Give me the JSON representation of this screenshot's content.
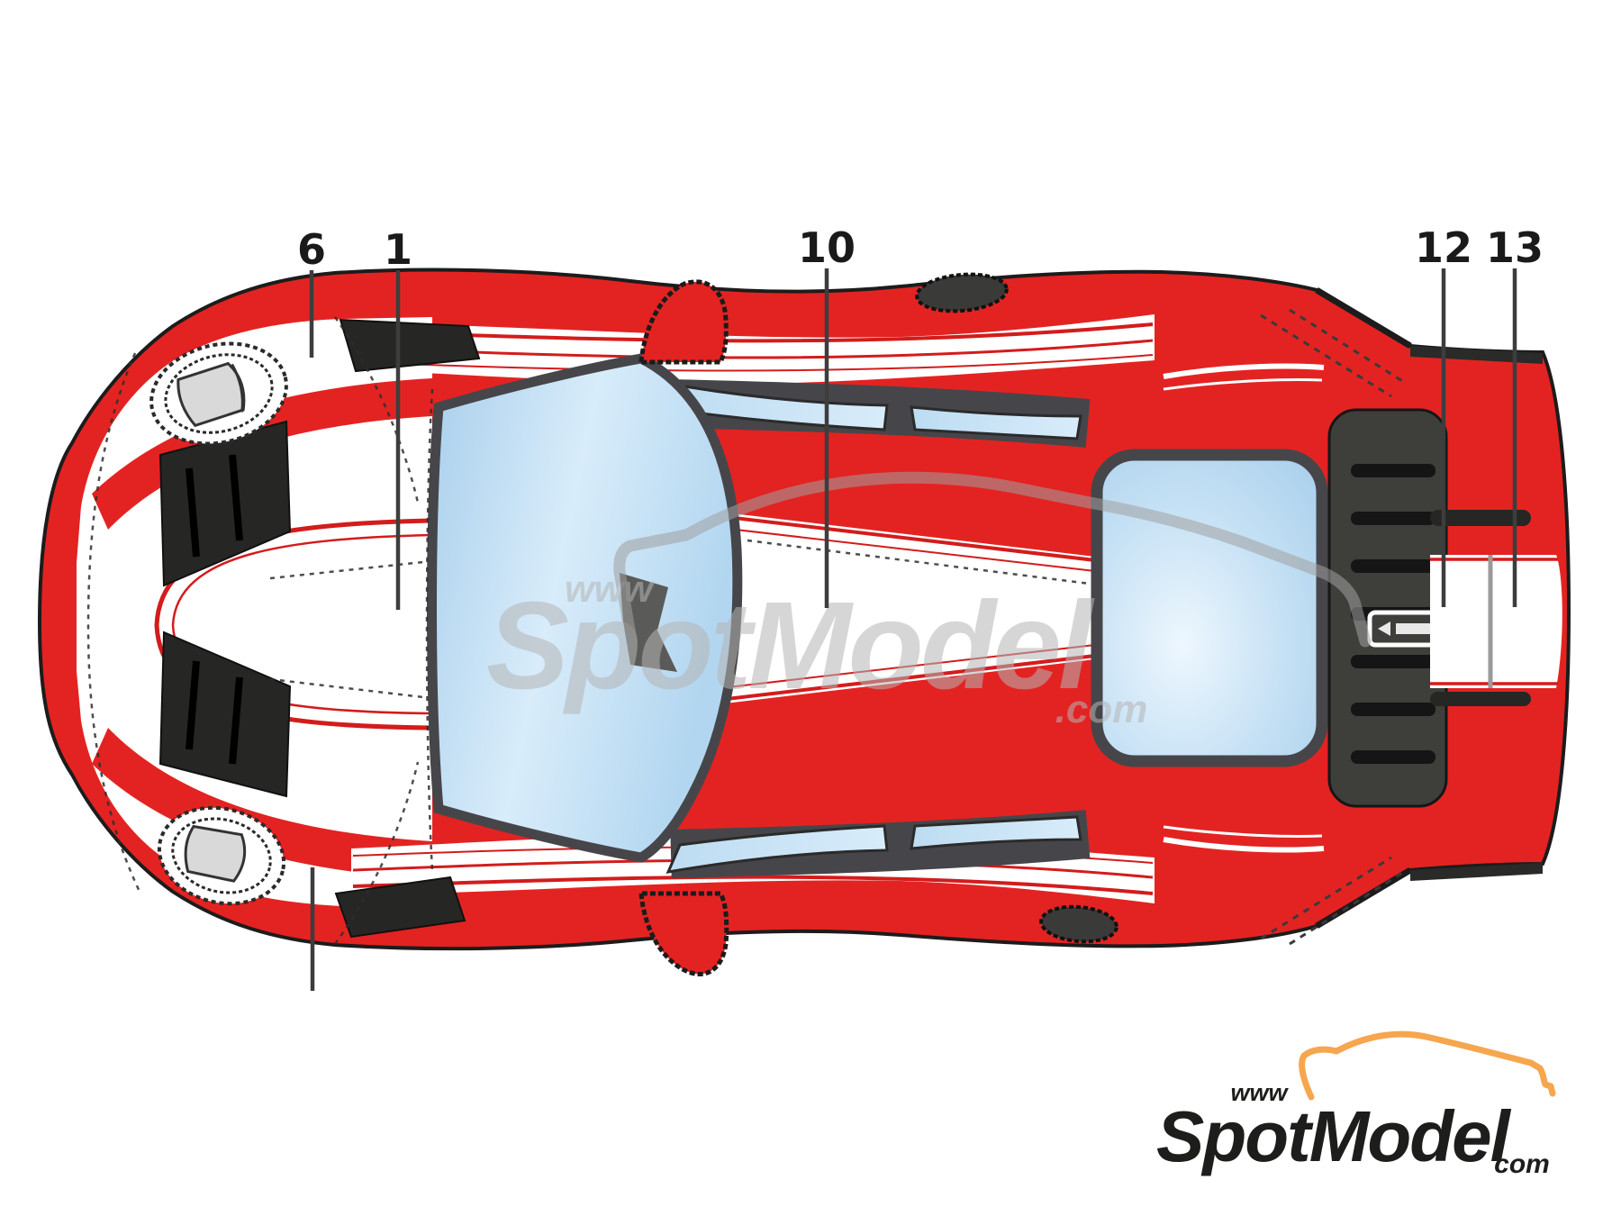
{
  "diagram": {
    "callouts": [
      {
        "id": "6",
        "label": "6"
      },
      {
        "id": "1",
        "label": "1"
      },
      {
        "id": "10",
        "label": "10"
      },
      {
        "id": "12",
        "label": "12"
      },
      {
        "id": "13",
        "label": "13"
      }
    ],
    "watermark": {
      "www": "www",
      "name": "SpotModel",
      "com": ".com"
    },
    "logo": {
      "www": "www",
      "name": "SpotModel",
      "com": "com"
    }
  },
  "colors": {
    "body_red": "#e32322",
    "pinstripe_red": "#d31c1c",
    "glass_blue": "#b6d7ef",
    "glass_light": "#e9f4fc",
    "frame_gray": "#46464a",
    "vent_black": "#262624",
    "watermark_gray": "#b5b5b5",
    "logo_orange": "#f6a64e",
    "logo_black": "#1d1d1b",
    "line_gray": "#3d3d3d",
    "number_black": "#1a1a1a"
  }
}
